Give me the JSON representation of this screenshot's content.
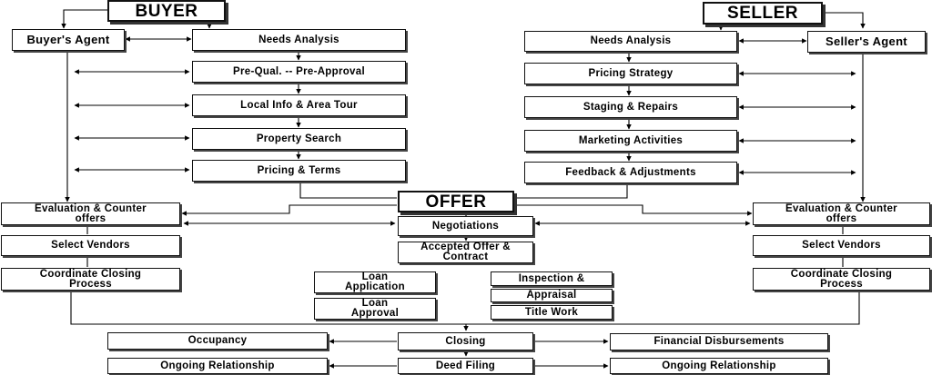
{
  "buyer_side": {
    "title": "BUYER",
    "agent": "Buyer's Agent",
    "steps": [
      "Needs Analysis",
      "Pre-Qual. -- Pre-Approval",
      "Local Info & Area Tour",
      "Property Search",
      "Pricing & Terms"
    ],
    "evaluation": "Evaluation & Counter offers",
    "vendors": "Select Vendors",
    "coordinate": "Coordinate Closing Process"
  },
  "seller_side": {
    "title": "SELLER",
    "agent": "Seller's Agent",
    "steps": [
      "Needs Analysis",
      "Pricing Strategy",
      "Staging & Repairs",
      "Marketing Activities",
      "Feedback & Adjustments"
    ],
    "evaluation": "Evaluation & Counter offers",
    "vendors": "Select Vendors",
    "coordinate": "Coordinate Closing Process"
  },
  "center": {
    "offer": "OFFER",
    "negotiations": "Negotiations",
    "accepted": "Accepted Offer & Contract",
    "loan_application": "Loan Application",
    "loan_approval": "Loan Approval",
    "inspection": "Inspection &",
    "appraisal": "Appraisal",
    "title_work": "Title Work",
    "closing": "Closing",
    "deed_filing": "Deed Filing"
  },
  "outcomes": {
    "occupancy": "Occupancy",
    "buyer_relationship": "Ongoing Relationship",
    "financial": "Financial Disbursements",
    "seller_relationship": "Ongoing Relationship"
  }
}
